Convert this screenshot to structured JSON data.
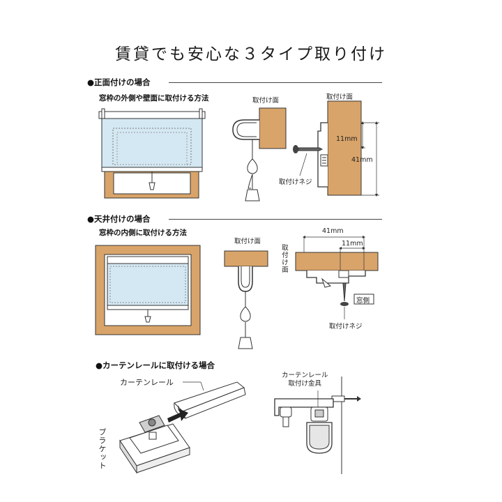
{
  "title": "賃貸でも安心な３タイプ取り付け",
  "sections": [
    {
      "heading": "●正面付けの場合",
      "subheading": "窓枠の外側や壁面に取付ける方法",
      "labels": {
        "mount_surface_a": "取付け面",
        "mount_surface_b": "取付け面",
        "dim_small": "11mm",
        "dim_large": "41mm",
        "screw": "取付けネジ"
      }
    },
    {
      "heading": "●天井付けの場合",
      "subheading": "窓枠の内側に取付ける方法",
      "labels": {
        "mount_surface_a": "取付け面",
        "mount_surface_vertical": "取付け面",
        "dim_large": "41mm",
        "dim_small": "11mm",
        "window_side": "窓側",
        "screw": "取付けネジ"
      }
    },
    {
      "heading": "●カーテンレールに取付ける場合",
      "labels": {
        "curtain_rail": "カーテンレール",
        "bracket": "ブラケット",
        "rail_fitting": "カーテンレール\n取付け金具"
      }
    }
  ],
  "colors": {
    "wood": "#D9A46A",
    "blind": "#D4E8F3",
    "line": "#333333"
  }
}
